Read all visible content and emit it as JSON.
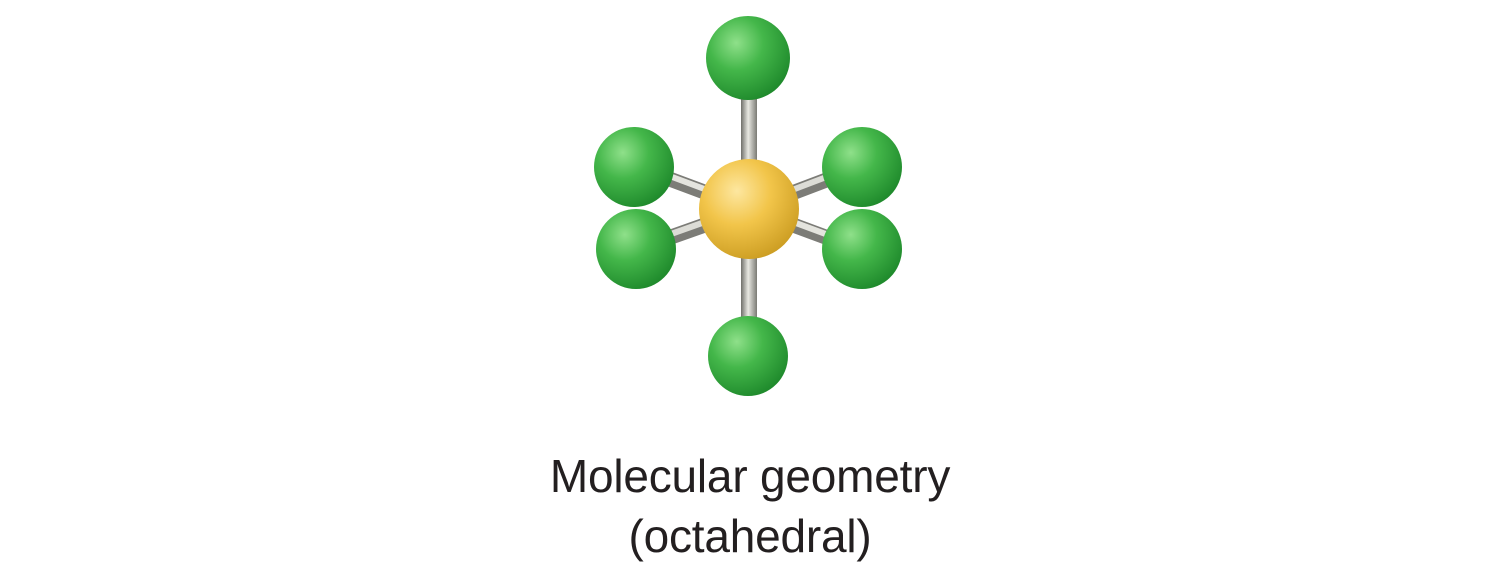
{
  "figure": {
    "caption_line_1": "Molecular geometry",
    "caption_line_2": "(octahedral)"
  },
  "molecule": {
    "geometry": "octahedral",
    "central_atom_color": "#f2c54a",
    "peripheral_atom_color": "#3fb549",
    "peripheral_atom_count": 6,
    "bond_color": "#9a9a94"
  }
}
